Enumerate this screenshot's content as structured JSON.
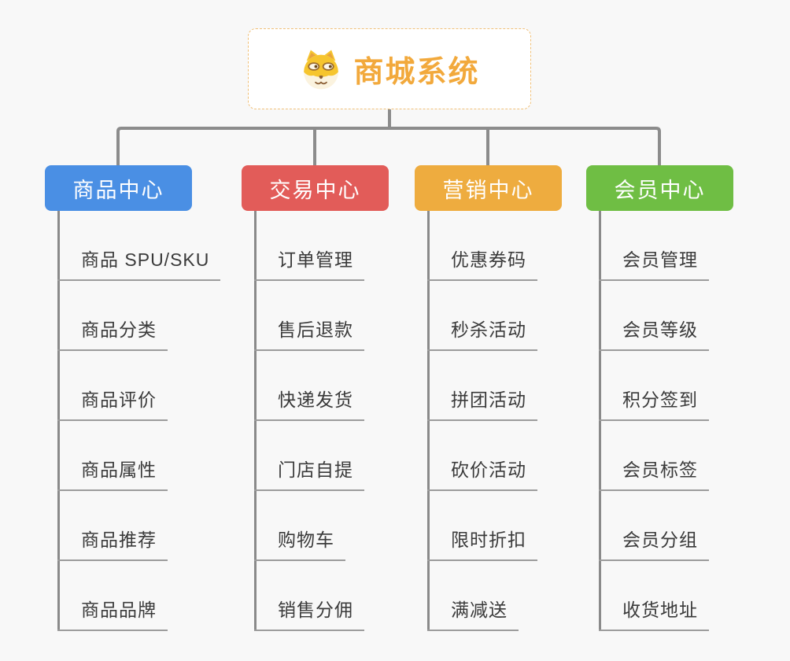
{
  "canvas": {
    "background": "#f8f8f8",
    "connector_color": "#8c8c8c",
    "underline_color": "#9c9c9c",
    "leaf_text_color": "#3a3a3a"
  },
  "root": {
    "title": "商城系统",
    "icon": "dog-face-icon",
    "text_color": "#f2a93c",
    "border_color": "#f0c078",
    "background": "#ffffff"
  },
  "branches": [
    {
      "label": "商品中心",
      "color": "#4a8fe4",
      "children": [
        "商品 SPU/SKU",
        "商品分类",
        "商品评价",
        "商品属性",
        "商品推荐",
        "商品品牌"
      ]
    },
    {
      "label": "交易中心",
      "color": "#e25c59",
      "children": [
        "订单管理",
        "售后退款",
        "快递发货",
        "门店自提",
        "购物车",
        "销售分佣"
      ]
    },
    {
      "label": "营销中心",
      "color": "#eeac3f",
      "children": [
        "优惠券码",
        "秒杀活动",
        "拼团活动",
        "砍价活动",
        "限时折扣",
        "满减送"
      ]
    },
    {
      "label": "会员中心",
      "color": "#6fbe44",
      "children": [
        "会员管理",
        "会员等级",
        "积分签到",
        "会员标签",
        "会员分组",
        "收货地址"
      ]
    }
  ]
}
